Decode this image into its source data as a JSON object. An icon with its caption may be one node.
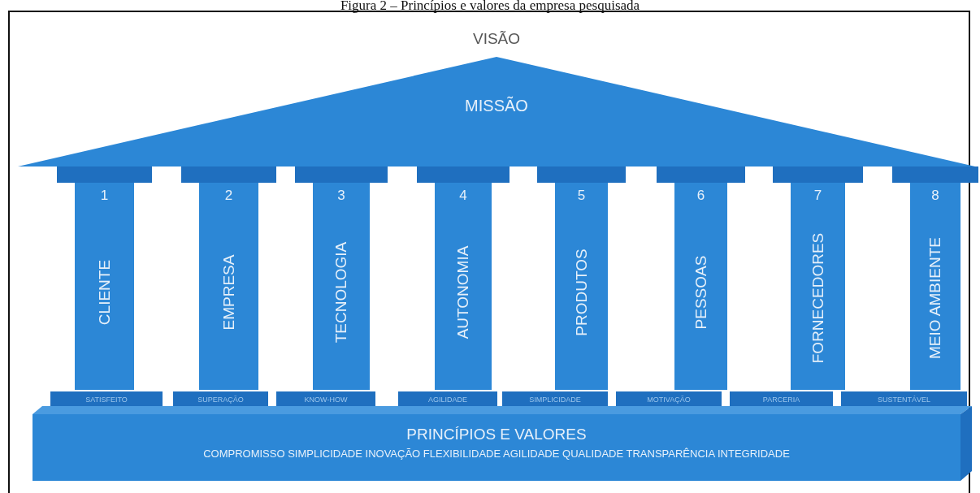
{
  "diagram": {
    "title": "Figura 2 – Princípios e valores da empresa pesquisada",
    "nodes": [
      {
        "text": [
          "VISÃO",
          "MISSÃO"
        ]
      },
      {
        "text": [
          "1",
          "CLIENTE"
        ]
      },
      {
        "text": [
          "2",
          "EMPRESA"
        ]
      },
      {
        "text": [
          "3",
          "TECNOLOGIA"
        ]
      },
      {
        "text": [
          "4",
          "AUTONOMIA"
        ]
      },
      {
        "text": [
          "5",
          "PRODUTOS"
        ]
      },
      {
        "text": [
          "6",
          "PESSOAS"
        ]
      },
      {
        "text": [
          "7",
          "FORNECEDORES"
        ]
      },
      {
        "text": [
          "8",
          "MEIO AMBIENTE"
        ]
      },
      {
        "text": [
          "SATISFEITO"
        ]
      },
      {
        "text": [
          "SUPERAÇÃO"
        ]
      },
      {
        "text": [
          "KNOW-HOW"
        ]
      },
      {
        "text": [
          "AGILIDADE"
        ]
      },
      {
        "text": [
          "SIMPLICIDADE"
        ]
      },
      {
        "text": [
          "MOTIVAÇÃO"
        ]
      },
      {
        "text": [
          "PARCERIA"
        ]
      },
      {
        "text": [
          "SUSTENTÁVEL"
        ]
      },
      {
        "text": [
          "PRINCÍPIOS E VALORES",
          "COMPROMISSO SIMPLICIDADE INOVAÇÃO FLEXIBILIDADE AGILIDADE QUALIDADE TRANSPARÊNCIA INTEGRIDADE"
        ]
      }
    ],
    "edges": []
  }
}
